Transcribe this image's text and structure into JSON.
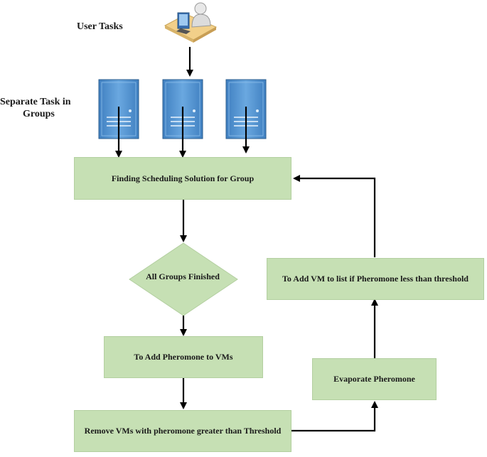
{
  "labels": {
    "user_tasks": "User Tasks",
    "separate_task_line1": "Separate Task in",
    "separate_task_line2": "Groups"
  },
  "nodes": {
    "finding": "Finding Scheduling Solution for Group",
    "all_groups": "All Groups Finished",
    "add_pheromone": "To Add Pheromone to VMs",
    "remove_vms": "Remove VMs with pheromone greater than Threshold",
    "evaporate": "Evaporate Pheromone",
    "add_vm_list": "To Add VM to list if Pheromone less than threshold"
  },
  "icons": {
    "user": "user-at-computer-icon",
    "server": "server-icon"
  },
  "colors": {
    "box_fill": "#c6e0b4",
    "server_fill": "#5b9bd5",
    "arrow": "#000000"
  }
}
